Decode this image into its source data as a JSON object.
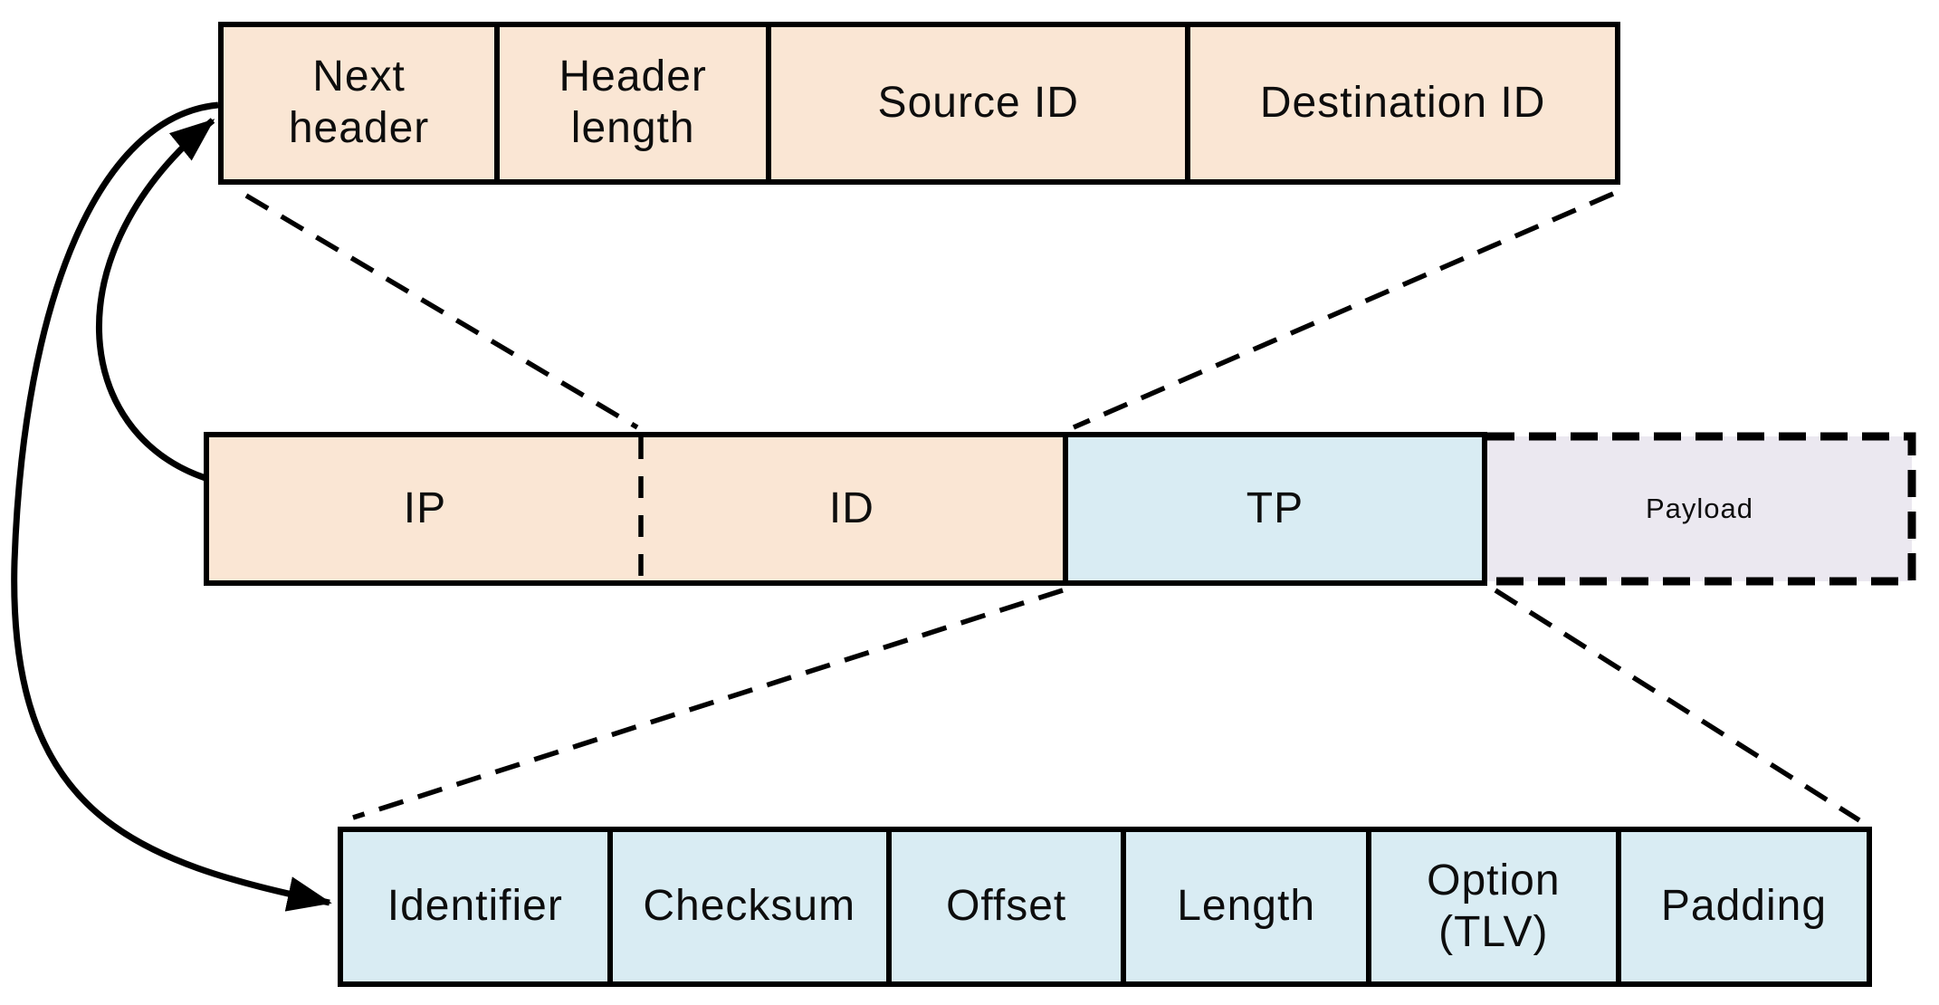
{
  "colors": {
    "peach": "#fae6d4",
    "blue": "#d9ecf3",
    "lavender": "#ebe8f0",
    "stroke": "#000000",
    "text": "#0d0d0d",
    "background": "#ffffff"
  },
  "rows": {
    "id_header": {
      "cells": [
        {
          "label": "Next header"
        },
        {
          "label": "Header length"
        },
        {
          "label": "Source ID"
        },
        {
          "label": "Destination ID"
        }
      ]
    },
    "packet": {
      "cells": [
        {
          "label": "IP"
        },
        {
          "label": "ID"
        },
        {
          "label": "TP"
        },
        {
          "label": "Payload"
        }
      ]
    },
    "tp_header": {
      "cells": [
        {
          "label": "Identifier"
        },
        {
          "label": "Checksum"
        },
        {
          "label": "Offset"
        },
        {
          "label": "Length"
        },
        {
          "label": "Option (TLV)"
        },
        {
          "label": "Padding"
        }
      ]
    }
  }
}
